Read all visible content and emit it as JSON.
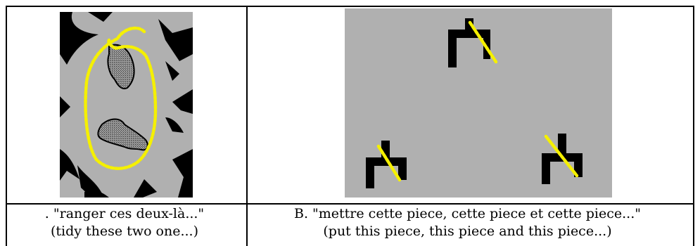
{
  "table": {
    "left_cell": {
      "caption_line1": ". \"ranger ces deux-là...\"",
      "caption_line2": "(tidy these two one...)"
    },
    "right_cell": {
      "caption_line1": "B. \"mettre cette piece, cette piece et cette piece...\"",
      "caption_line2": "(put this piece, this piece and this piece...)"
    }
  },
  "colors": {
    "canvas_gray": "#b0b0b0",
    "piece_black": "#000000",
    "gesture_yellow": "#f5f000",
    "selected_piece_fill": "#8c8c8c"
  }
}
